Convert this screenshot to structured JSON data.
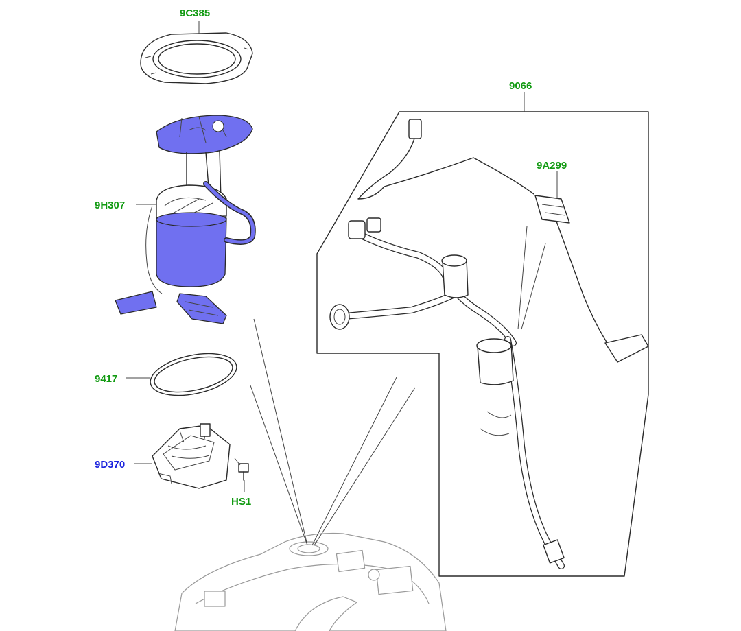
{
  "diagram": {
    "colors": {
      "callout_default": "#119a11",
      "callout_selected": "#1a22dd",
      "highlight_fill": "#7070f0",
      "line": "#2a2a2a"
    },
    "callouts": [
      {
        "id": "c-9c385",
        "label": "9C385",
        "selected": false
      },
      {
        "id": "c-9h307",
        "label": "9H307",
        "selected": false
      },
      {
        "id": "c-9417",
        "label": "9417",
        "selected": false
      },
      {
        "id": "c-9d370",
        "label": "9D370",
        "selected": true
      },
      {
        "id": "c-hs1",
        "label": "HS1",
        "selected": false
      },
      {
        "id": "c-9066",
        "label": "9066",
        "selected": false
      },
      {
        "id": "c-9a299",
        "label": "9A299",
        "selected": false
      }
    ]
  }
}
